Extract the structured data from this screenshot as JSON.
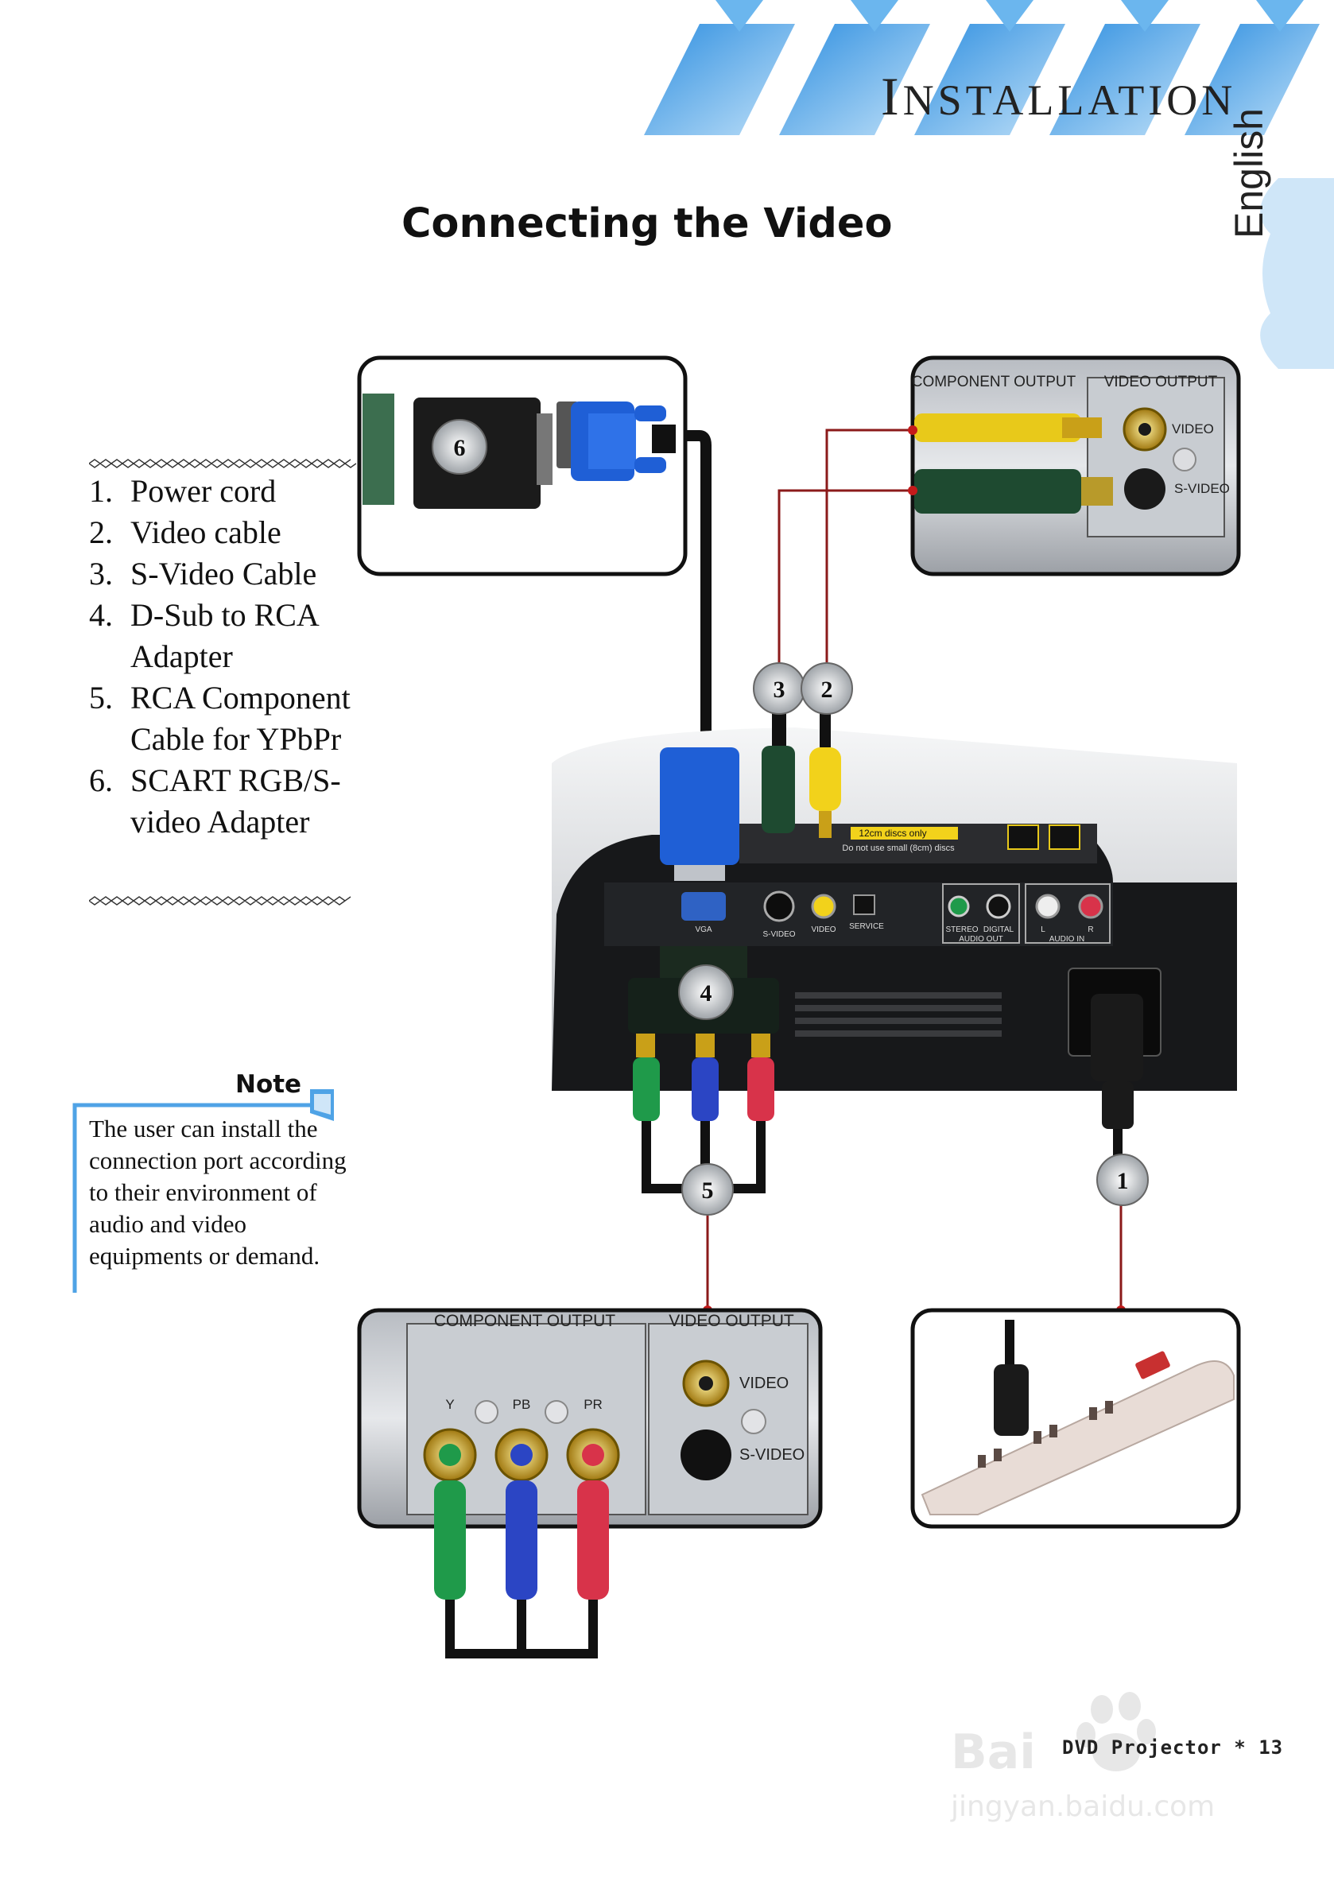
{
  "header": {
    "section_title_first": "I",
    "section_title_rest": "NSTALLATION",
    "language_tab": "English"
  },
  "page_title": "Connecting the Video",
  "legend": [
    {
      "num": "1.",
      "text": "Power cord"
    },
    {
      "num": "2.",
      "text": "Video cable"
    },
    {
      "num": "3.",
      "text": "S-Video Cable"
    },
    {
      "num": "4.",
      "text": "D-Sub to RCA Adapter"
    },
    {
      "num": "5.",
      "text": "RCA Component Cable for YPbPr"
    },
    {
      "num": "6.",
      "text": "SCART RGB/S-video Adapter"
    }
  ],
  "note": {
    "heading": "Note",
    "text": "The user can install the connection port according to their environment of audio and video equipments or demand."
  },
  "diagram": {
    "callouts": [
      "1",
      "2",
      "3",
      "4",
      "5",
      "6"
    ],
    "top_right_panel": {
      "component_output": "COMPONENT OUTPUT",
      "video_output": "VIDEO OUTPUT",
      "video": "VIDEO",
      "s_video": "S-VIDEO"
    },
    "projector_labels": {
      "disc_label": "12cm discs only",
      "disc_note": "Do not use small (8cm) discs",
      "vga": "VGA",
      "s_video": "S-VIDEO",
      "video": "VIDEO",
      "service": "SERVICE",
      "stereo": "STEREO",
      "digital": "DIGITAL",
      "audio_out": "AUDIO OUT",
      "l": "L",
      "r": "R",
      "audio_in": "AUDIO IN"
    },
    "bottom_left_panel": {
      "component_output": "COMPONENT OUTPUT",
      "video_output": "VIDEO OUTPUT",
      "y": "Y",
      "pb": "PB",
      "pr": "PR",
      "video": "VIDEO",
      "s_video": "S-VIDEO"
    }
  },
  "footer": {
    "product": "DVD Projector",
    "separator": "*",
    "page_number": "13"
  },
  "colors": {
    "stripe_blue": "#4fa3e6",
    "tab_blue": "#bcdcf5",
    "wire_red": "#8b1a1a",
    "vga_blue": "#1f5fd6",
    "cable_yellow": "#f2d21b",
    "cable_green": "#1e6b3a",
    "rca_green": "#1f9a4a",
    "rca_blue": "#2b45c4",
    "rca_red": "#d8334a"
  }
}
